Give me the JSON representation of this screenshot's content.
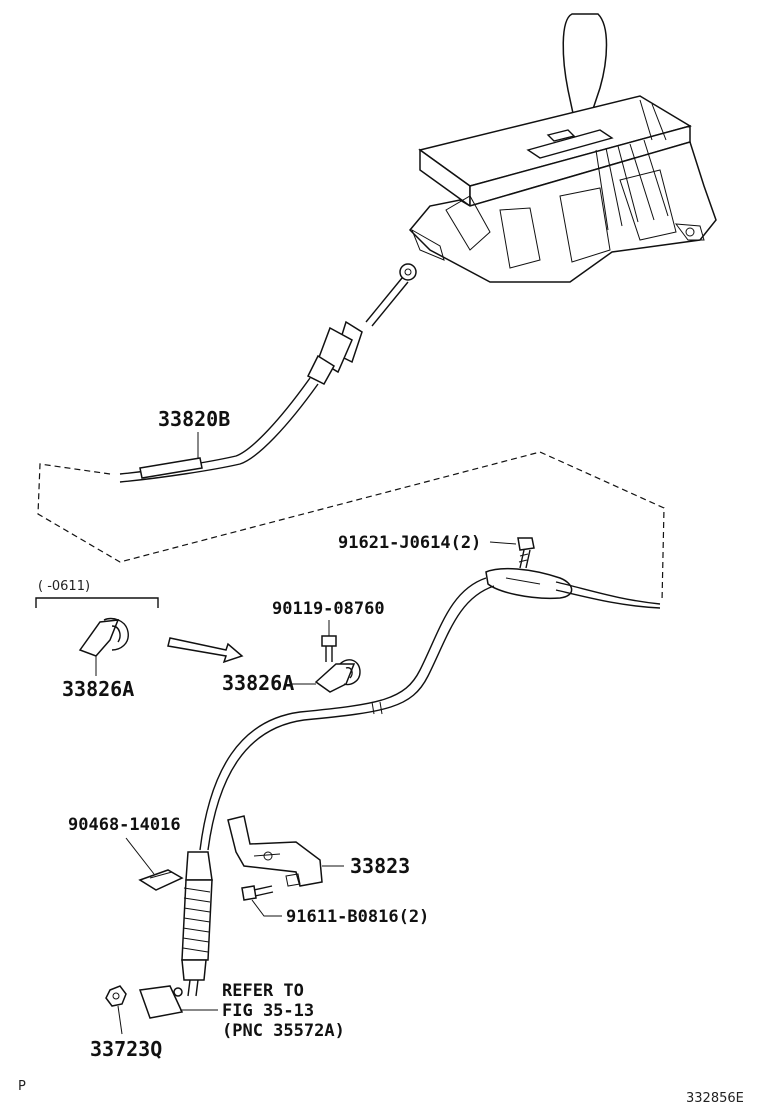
{
  "parts": {
    "cable_upper": "33820B",
    "bolt_top": "91621-J0614(2)",
    "range_note": "(     -0611)",
    "clip_old": "33826A",
    "bolt_clip": "90119-08760",
    "clip_new": "33826A",
    "retainer": "90468-14016",
    "bracket": "33823",
    "bolt_bracket": "91611-B0816(2)",
    "nut": "33723Q",
    "refer_line1": "REFER TO",
    "refer_line2": "FIG 35-13",
    "refer_line3": "(PNC 35572A)"
  },
  "footer": {
    "corner_mark": "P",
    "diagram_id": "332856E"
  }
}
